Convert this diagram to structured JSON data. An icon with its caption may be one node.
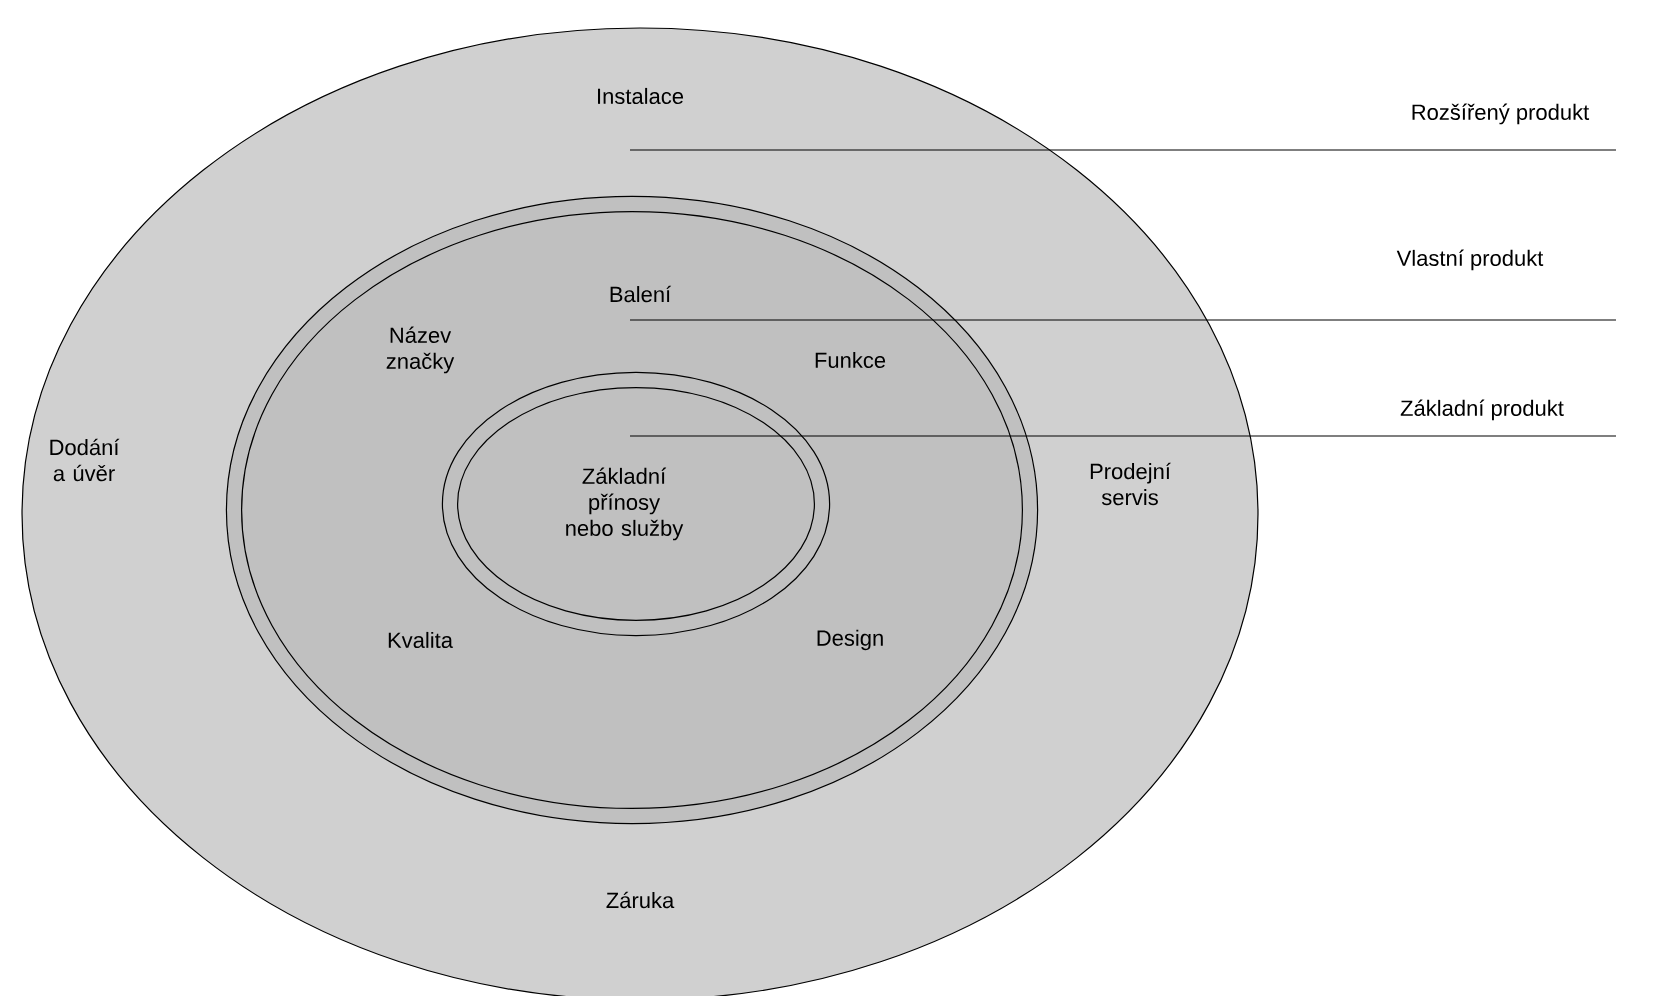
{
  "diagram": {
    "nodes": [
      {
        "text": [
          "Instalace",
          "Dodání a úvěr",
          "Prodejní servis",
          "Záruka"
        ]
      },
      {
        "text": [
          "Balení",
          "Název značky",
          "Funkce",
          "Kvalita",
          "Design"
        ],
        "in": 0
      },
      {
        "text": [
          "Základní přínosy nebo služby"
        ],
        "in": 1
      },
      {
        "text": [
          "Rozšířený produkt"
        ]
      },
      {
        "text": [
          "Vlastní produkt"
        ]
      },
      {
        "text": [
          "Základní produkt"
        ]
      }
    ],
    "edges": [
      {
        "from": 3,
        "to": 0,
        "arrow": "none"
      },
      {
        "from": 4,
        "to": 1,
        "arrow": "none"
      },
      {
        "from": 5,
        "to": 2,
        "arrow": "none"
      }
    ]
  }
}
